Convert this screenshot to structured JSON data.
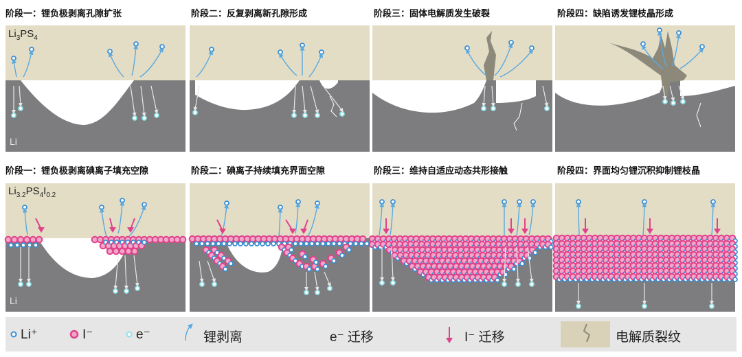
{
  "row1": {
    "titles": [
      "阶段一：锂负极剥离孔隙扩张",
      "阶段二：反复剥离新孔隙形成",
      "阶段三：固体电解质发生破裂",
      "阶段四：缺陷诱发锂枝晶形成"
    ],
    "electrolyte_label": "Li3PS4",
    "li_label": "Li"
  },
  "row2": {
    "titles": [
      "阶段一：锂负极剥离碘离子填充空隙",
      "阶段二：碘离子持续填充界面空隙",
      "阶段三：维持自适应动态共形接触",
      "阶段四：界面均匀锂沉积抑制锂枝晶"
    ],
    "electrolyte_label": "Li3.2PS4I0.2",
    "li_label": "Li"
  },
  "legend": {
    "li_plus": "Li⁺",
    "i_minus": "I⁻",
    "e_minus": "e⁻",
    "li_strip": "锂剥离",
    "e_migration": "e⁻ 迁移",
    "i_migration": "I⁻ 迁移",
    "crack": "电解质裂纹"
  },
  "colors": {
    "electrolyte": "#e3ddc6",
    "lithium": "#7d7d7f",
    "void": "#ffffff",
    "li_ion": "#3a8fd4",
    "iodide": "#e0428a",
    "electron": "#8fdfe6",
    "crack": "#8c887a"
  }
}
